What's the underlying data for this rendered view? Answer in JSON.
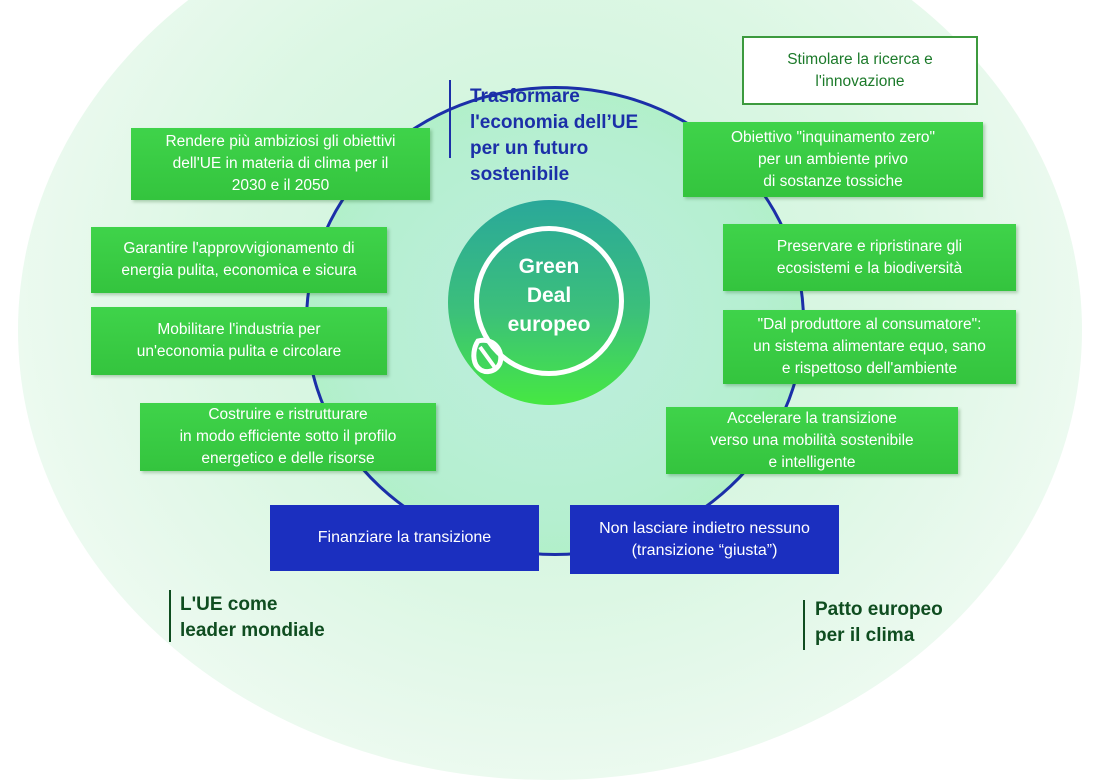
{
  "center": {
    "line1": "Green",
    "line2": "Deal",
    "line3": "europeo"
  },
  "heading": {
    "lines": [
      "Trasformare",
      "l'economia dell’UE",
      "per un futuro",
      "sostenibile"
    ]
  },
  "top_right": {
    "lines": [
      "Stimolare la ricerca e",
      "l'innovazione"
    ]
  },
  "left_boxes": [
    {
      "lines": [
        "Rendere più ambiziosi gli obiettivi",
        "dell'UE in materia di clima per il",
        "2030 e il 2050"
      ]
    },
    {
      "lines": [
        "Garantire l'approvvigionamento di",
        "energia pulita, economica e sicura"
      ]
    },
    {
      "lines": [
        "Mobilitare l'industria per",
        "un'economia pulita e circolare"
      ]
    },
    {
      "lines": [
        "Costruire e ristrutturare",
        "in modo efficiente sotto il profilo",
        "energetico e delle risorse"
      ]
    }
  ],
  "right_boxes": [
    {
      "lines": [
        "Obiettivo \"inquinamento zero\"",
        "per un ambiente privo",
        "di sostanze tossiche"
      ]
    },
    {
      "lines": [
        "Preservare e ripristinare gli",
        "ecosistemi e la biodiversità"
      ]
    },
    {
      "lines": [
        "\"Dal produttore al consumatore\":",
        "un sistema alimentare equo, sano",
        "e rispettoso dell'ambiente"
      ]
    },
    {
      "lines": [
        "Accelerare la transizione",
        "verso una mobilità sostenibile",
        "e intelligente"
      ]
    }
  ],
  "bottom_boxes": [
    {
      "lines": [
        "Finanziare la transizione"
      ]
    },
    {
      "lines": [
        "Non lasciare indietro nessuno",
        "(transizione “giusta”)"
      ]
    }
  ],
  "footer_left": {
    "lines": [
      "L'UE come",
      "leader mondiale"
    ]
  },
  "footer_right": {
    "lines": [
      "Patto europeo",
      "per il clima"
    ]
  },
  "colors": {
    "green": "#3fd34a",
    "blue": "#1b2fbf",
    "dark_green": "#0f4d20"
  }
}
